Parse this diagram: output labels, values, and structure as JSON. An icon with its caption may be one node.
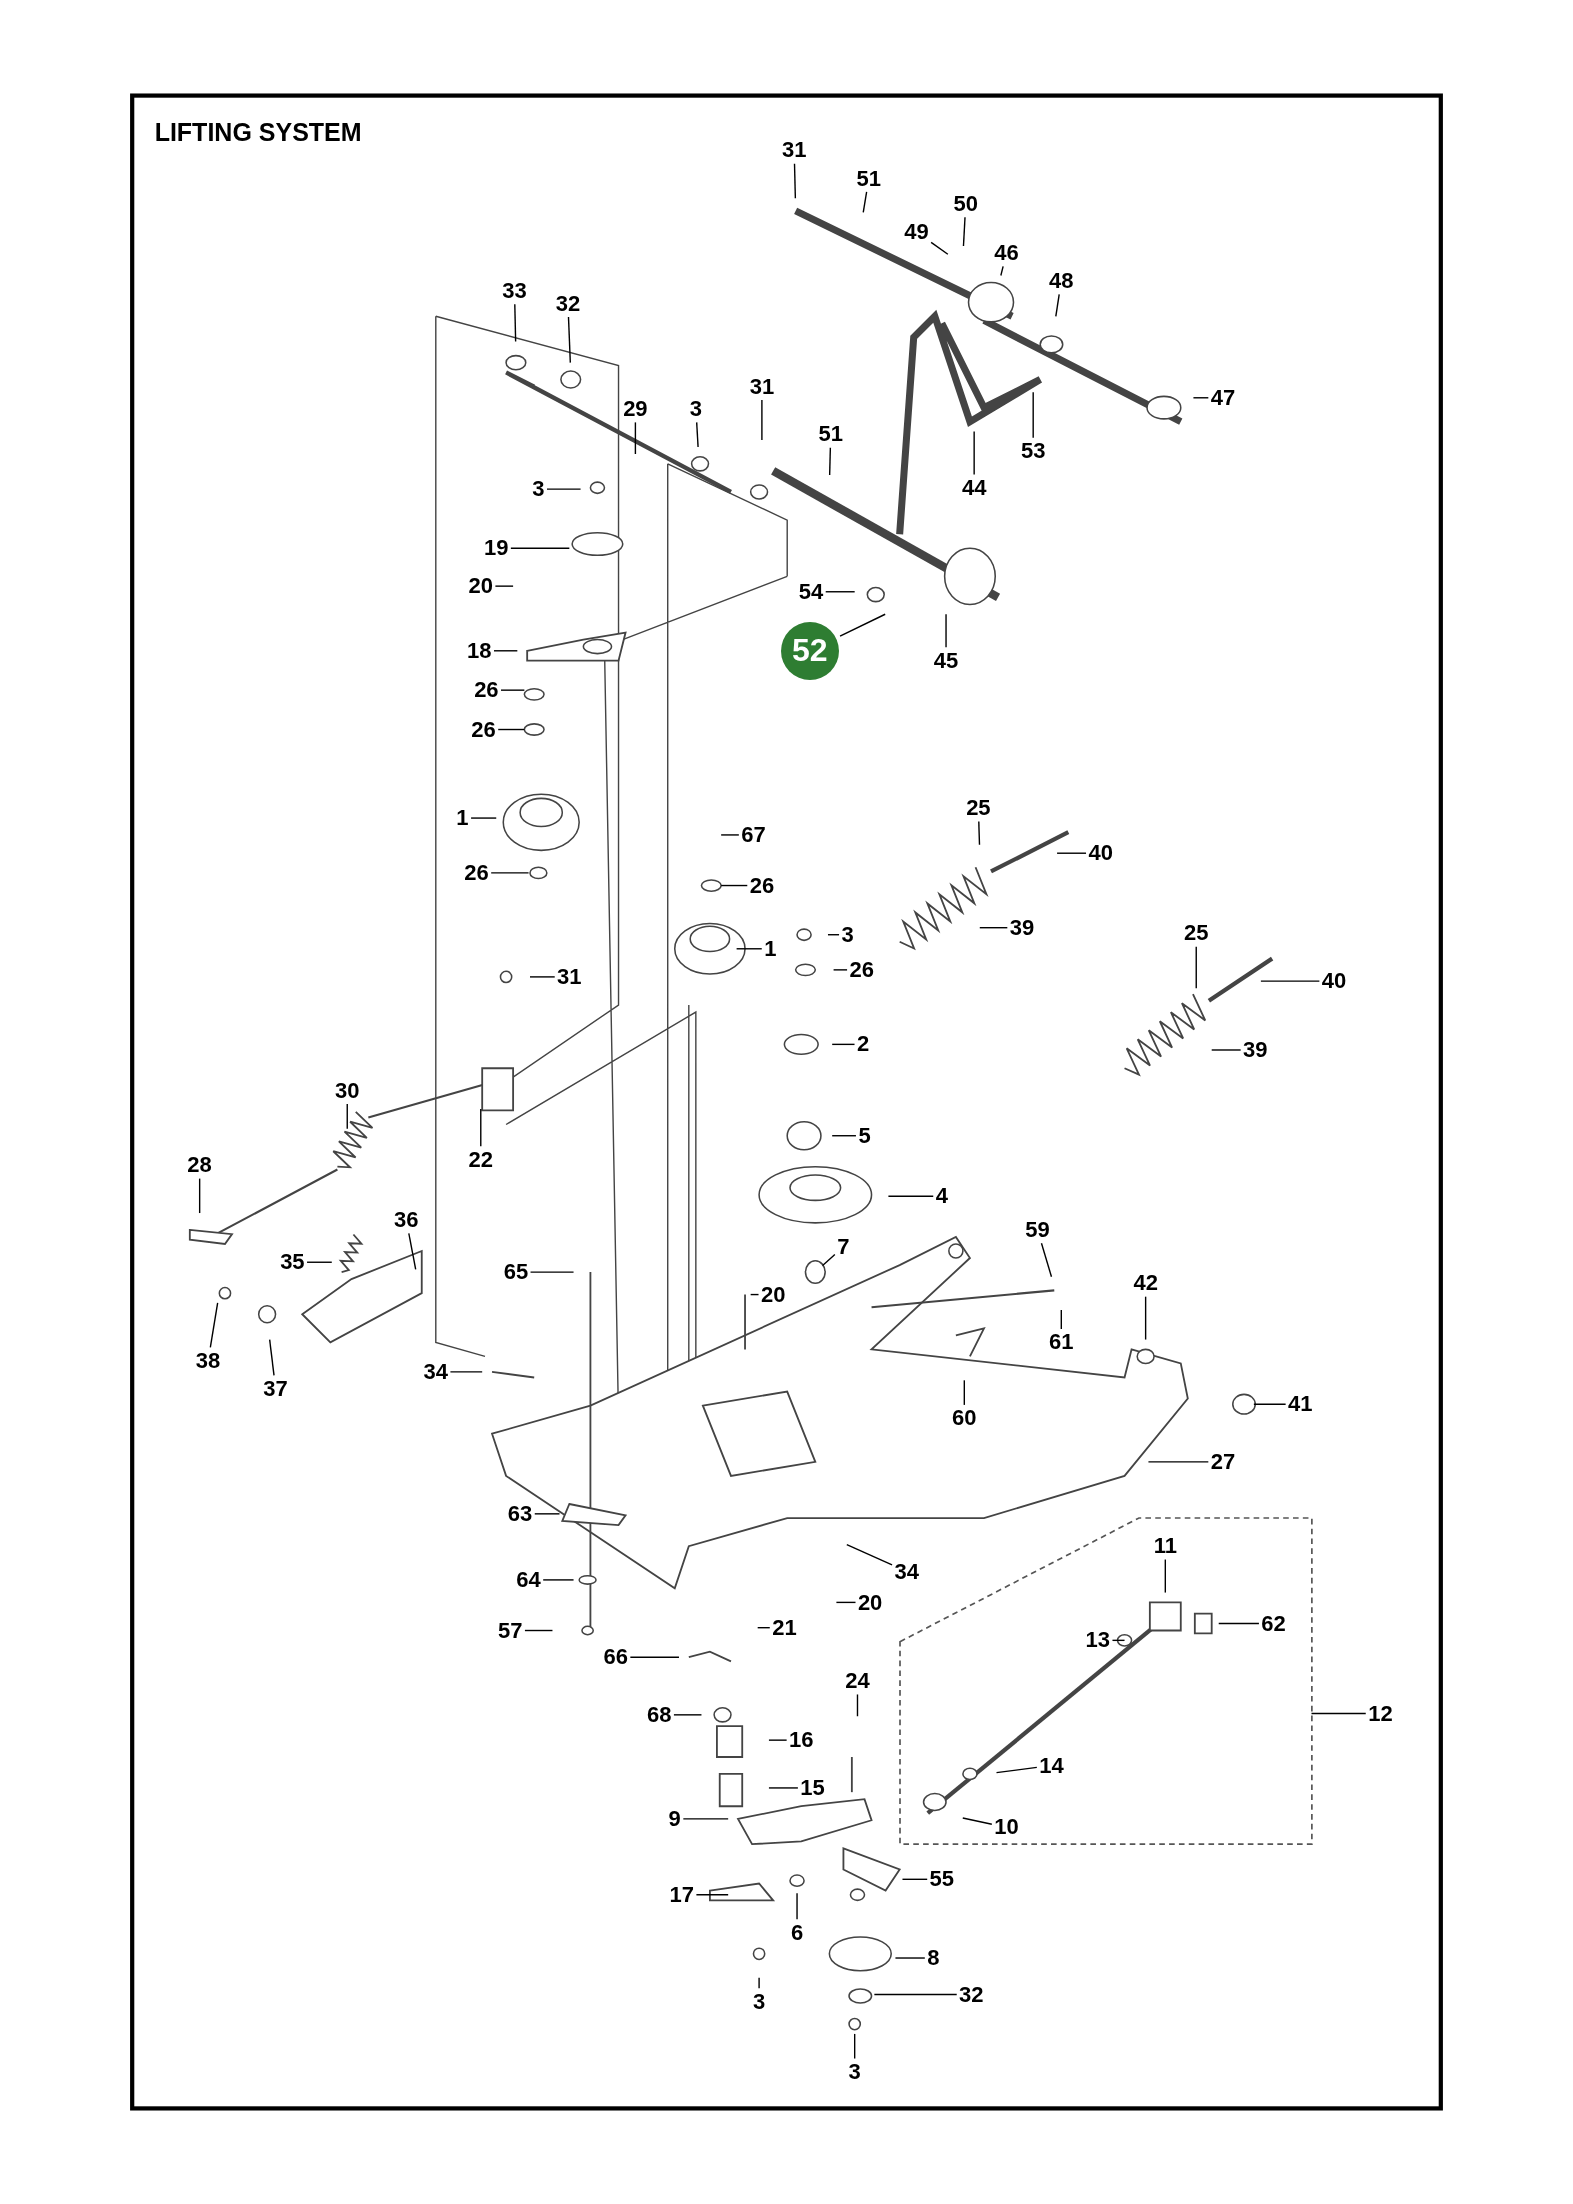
{
  "diagram": {
    "title": "LIFTING SYSTEM",
    "nodes": [
      {
        "text": [
          "31"
        ]
      },
      {
        "text": [
          "51"
        ]
      },
      {
        "text": [
          "49"
        ]
      },
      {
        "text": [
          "50"
        ]
      },
      {
        "text": [
          "46"
        ]
      },
      {
        "text": [
          "48"
        ]
      },
      {
        "text": [
          "33"
        ]
      },
      {
        "text": [
          "32"
        ]
      },
      {
        "text": [
          "31"
        ]
      },
      {
        "text": [
          "47"
        ]
      },
      {
        "text": [
          "29"
        ]
      },
      {
        "text": [
          "3"
        ]
      },
      {
        "text": [
          "51"
        ]
      },
      {
        "text": [
          "53"
        ]
      },
      {
        "text": [
          "44"
        ]
      },
      {
        "text": [
          "3"
        ]
      },
      {
        "text": [
          "19"
        ]
      },
      {
        "text": [
          "20"
        ]
      },
      {
        "text": [
          "54"
        ]
      },
      {
        "text": [
          "52"
        ]
      },
      {
        "text": [
          "18"
        ]
      },
      {
        "text": [
          "45"
        ]
      },
      {
        "text": [
          "26"
        ]
      },
      {
        "text": [
          "26"
        ]
      },
      {
        "text": [
          "1"
        ]
      },
      {
        "text": [
          "25"
        ]
      },
      {
        "text": [
          "67"
        ]
      },
      {
        "text": [
          "40"
        ]
      },
      {
        "text": [
          "26"
        ]
      },
      {
        "text": [
          "26"
        ]
      },
      {
        "text": [
          "39"
        ]
      },
      {
        "text": [
          "25"
        ]
      },
      {
        "text": [
          "3"
        ]
      },
      {
        "text": [
          "1"
        ]
      },
      {
        "text": [
          "26"
        ]
      },
      {
        "text": [
          "31"
        ]
      },
      {
        "text": [
          "40"
        ]
      },
      {
        "text": [
          "2"
        ]
      },
      {
        "text": [
          "39"
        ]
      },
      {
        "text": [
          "30"
        ]
      },
      {
        "text": [
          "5"
        ]
      },
      {
        "text": [
          "22"
        ]
      },
      {
        "text": [
          "28"
        ]
      },
      {
        "text": [
          "4"
        ]
      },
      {
        "text": [
          "36"
        ]
      },
      {
        "text": [
          "59"
        ]
      },
      {
        "text": [
          "7"
        ]
      },
      {
        "text": [
          "35"
        ]
      },
      {
        "text": [
          "65"
        ]
      },
      {
        "text": [
          "42"
        ]
      },
      {
        "text": [
          "20"
        ]
      },
      {
        "text": [
          "61"
        ]
      },
      {
        "text": [
          "38"
        ]
      },
      {
        "text": [
          "34"
        ]
      },
      {
        "text": [
          "37"
        ]
      },
      {
        "text": [
          "41"
        ]
      },
      {
        "text": [
          "60"
        ]
      },
      {
        "text": [
          "27"
        ]
      },
      {
        "text": [
          "63"
        ]
      },
      {
        "text": [],
        "shape": "box"
      },
      {
        "text": [
          "11"
        ],
        "in": 59
      },
      {
        "text": [
          "34"
        ]
      },
      {
        "text": [
          "64"
        ]
      },
      {
        "text": [
          "20"
        ]
      },
      {
        "text": [
          "62"
        ],
        "in": 59
      },
      {
        "text": [
          "57"
        ]
      },
      {
        "text": [
          "21"
        ]
      },
      {
        "text": [
          "13"
        ],
        "in": 59
      },
      {
        "text": [
          "66"
        ]
      },
      {
        "text": [
          "24"
        ]
      },
      {
        "text": [
          "12"
        ]
      },
      {
        "text": [
          "68"
        ]
      },
      {
        "text": [
          "16"
        ]
      },
      {
        "text": [
          "14"
        ],
        "in": 59
      },
      {
        "text": [
          "15"
        ]
      },
      {
        "text": [
          "10"
        ],
        "in": 59
      },
      {
        "text": [
          "9"
        ]
      },
      {
        "text": [
          "55"
        ]
      },
      {
        "text": [
          "17"
        ]
      },
      {
        "text": [
          "6"
        ]
      },
      {
        "text": [
          "8"
        ]
      },
      {
        "text": [
          "3"
        ]
      },
      {
        "text": [
          "32"
        ]
      },
      {
        "text": [
          "3"
        ]
      }
    ],
    "edges": [
      {
        "from": 0,
        "to": null,
        "arrow": "none"
      },
      {
        "from": 1,
        "to": null,
        "arrow": "none"
      },
      {
        "from": 2,
        "to": null,
        "arrow": "none"
      },
      {
        "from": 3,
        "to": null,
        "arrow": "none"
      },
      {
        "from": 4,
        "to": null,
        "arrow": "none"
      },
      {
        "from": 5,
        "to": null,
        "arrow": "none"
      },
      {
        "from": 6,
        "to": null,
        "arrow": "none"
      },
      {
        "from": 7,
        "to": null,
        "arrow": "none"
      },
      {
        "from": 8,
        "to": null,
        "arrow": "none"
      },
      {
        "from": 9,
        "to": null,
        "arrow": "none"
      },
      {
        "from": 10,
        "to": null,
        "arrow": "none"
      },
      {
        "from": 11,
        "to": null,
        "arrow": "none"
      },
      {
        "from": 12,
        "to": null,
        "arrow": "none"
      },
      {
        "from": 13,
        "to": null,
        "arrow": "none"
      },
      {
        "from": 14,
        "to": null,
        "arrow": "none"
      },
      {
        "from": 15,
        "to": null,
        "arrow": "none"
      },
      {
        "from": 16,
        "to": null,
        "arrow": "none"
      },
      {
        "from": 17,
        "to": null,
        "arrow": "none"
      },
      {
        "from": 18,
        "to": null,
        "arrow": "none"
      },
      {
        "from": 19,
        "to": null,
        "arrow": "none"
      },
      {
        "from": 20,
        "to": null,
        "arrow": "none"
      },
      {
        "from": 21,
        "to": null,
        "arrow": "none"
      },
      {
        "from": 22,
        "to": null,
        "arrow": "none"
      },
      {
        "from": 23,
        "to": null,
        "arrow": "none"
      },
      {
        "from": 24,
        "to": null,
        "arrow": "none"
      },
      {
        "from": 25,
        "to": null,
        "arrow": "none"
      },
      {
        "from": 26,
        "to": null,
        "arrow": "none"
      },
      {
        "from": 27,
        "to": null,
        "arrow": "none"
      },
      {
        "from": 28,
        "to": null,
        "arrow": "none"
      },
      {
        "from": 29,
        "to": null,
        "arrow": "none"
      },
      {
        "from": 30,
        "to": null,
        "arrow": "none"
      },
      {
        "from": 31,
        "to": null,
        "arrow": "none"
      },
      {
        "from": 32,
        "to": null,
        "arrow": "none"
      },
      {
        "from": 33,
        "to": null,
        "arrow": "none"
      },
      {
        "from": 34,
        "to": null,
        "arrow": "none"
      },
      {
        "from": 35,
        "to": null,
        "arrow": "none"
      },
      {
        "from": 36,
        "to": null,
        "arrow": "none"
      },
      {
        "from": 37,
        "to": null,
        "arrow": "none"
      },
      {
        "from": 38,
        "to": null,
        "arrow": "none"
      },
      {
        "from": 39,
        "to": null,
        "arrow": "none"
      },
      {
        "from": 40,
        "to": null,
        "arrow": "none"
      },
      {
        "from": 41,
        "to": null,
        "arrow": "none"
      },
      {
        "from": 42,
        "to": null,
        "arrow": "none"
      },
      {
        "from": 43,
        "to": null,
        "arrow": "none"
      },
      {
        "from": 44,
        "to": null,
        "arrow": "none"
      },
      {
        "from": 45,
        "to": null,
        "arrow": "none"
      },
      {
        "from": 46,
        "to": null,
        "arrow": "none"
      },
      {
        "from": 47,
        "to": null,
        "arrow": "none"
      },
      {
        "from": 48,
        "to": null,
        "arrow": "none"
      },
      {
        "from": 49,
        "to": null,
        "arrow": "none"
      },
      {
        "from": 50,
        "to": null,
        "arrow": "none"
      },
      {
        "from": 51,
        "to": null,
        "arrow": "none"
      },
      {
        "from": 52,
        "to": null,
        "arrow": "none"
      },
      {
        "from": 53,
        "to": null,
        "arrow": "none"
      },
      {
        "from": 54,
        "to": null,
        "arrow": "none"
      },
      {
        "from": 55,
        "to": null,
        "arrow": "none"
      },
      {
        "from": 56,
        "to": null,
        "arrow": "none"
      },
      {
        "from": 57,
        "to": null,
        "arrow": "none"
      },
      {
        "from": 58,
        "to": null,
        "arrow": "none"
      },
      {
        "from": 60,
        "to": null,
        "arrow": "none"
      },
      {
        "from": 61,
        "to": null,
        "arrow": "none"
      },
      {
        "from": 62,
        "to": null,
        "arrow": "none"
      },
      {
        "from": 63,
        "to": null,
        "arrow": "none"
      },
      {
        "from": 64,
        "to": null,
        "arrow": "none"
      },
      {
        "from": 65,
        "to": null,
        "arrow": "none"
      },
      {
        "from": 66,
        "to": null,
        "arrow": "none"
      },
      {
        "from": 67,
        "to": null,
        "arrow": "none"
      },
      {
        "from": 68,
        "to": null,
        "arrow": "none"
      },
      {
        "from": 69,
        "to": null,
        "arrow": "none"
      },
      {
        "from": 70,
        "to": 59,
        "arrow": "none"
      },
      {
        "from": 71,
        "to": null,
        "arrow": "none"
      },
      {
        "from": 72,
        "to": null,
        "arrow": "none"
      },
      {
        "from": 73,
        "to": null,
        "arrow": "none"
      },
      {
        "from": 74,
        "to": null,
        "arrow": "none"
      },
      {
        "from": 75,
        "to": null,
        "arrow": "none"
      },
      {
        "from": 76,
        "to": null,
        "arrow": "none"
      },
      {
        "from": 77,
        "to": null,
        "arrow": "none"
      },
      {
        "from": 78,
        "to": null,
        "arrow": "none"
      },
      {
        "from": 79,
        "to": null,
        "arrow": "none"
      },
      {
        "from": 80,
        "to": null,
        "arrow": "none"
      },
      {
        "from": 81,
        "to": null,
        "arrow": "none"
      },
      {
        "from": 82,
        "to": null,
        "arrow": "none"
      },
      {
        "from": 83,
        "to": null,
        "arrow": "none"
      }
    ]
  }
}
